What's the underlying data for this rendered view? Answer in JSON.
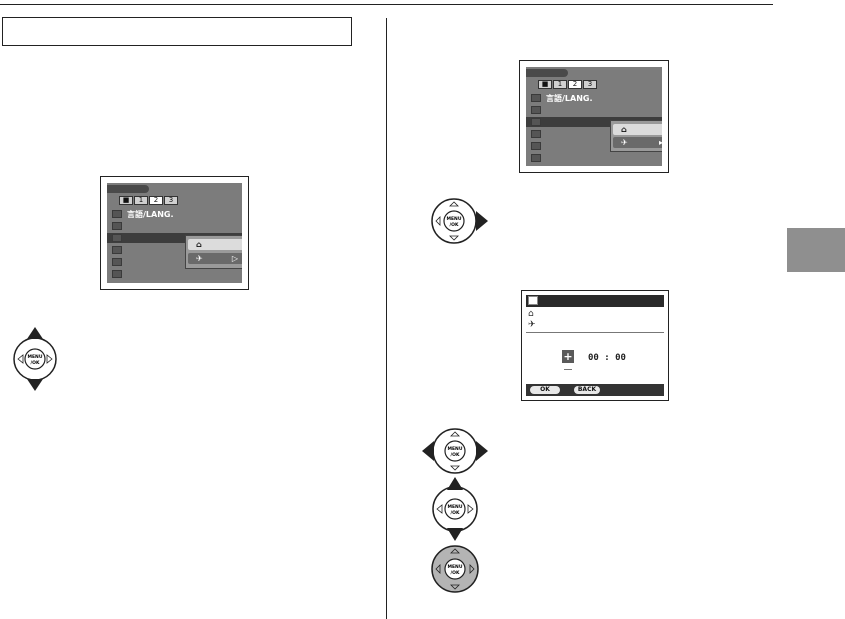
{
  "screen1": {
    "tabs": [
      "1",
      "2",
      "3"
    ],
    "language_item": "言語/LANG."
  },
  "screen2": {
    "tabs": [
      "1",
      "2",
      "3"
    ],
    "language_item": "言語/LANG."
  },
  "time_screen": {
    "time_value": "00 : 00",
    "ok_label": "OK",
    "back_label": "BACK"
  },
  "controller": {
    "button_label_top": "MENU",
    "button_label_bottom": "/OK"
  },
  "icons": [
    "home-icon",
    "airplane-icon",
    "clock-icon",
    "camera-icon",
    "wrench-icon"
  ],
  "colors": {
    "side_tab": "#8f8f8f",
    "lcd_bg": "#7c7c7c",
    "selection": "#3d3d3d"
  }
}
